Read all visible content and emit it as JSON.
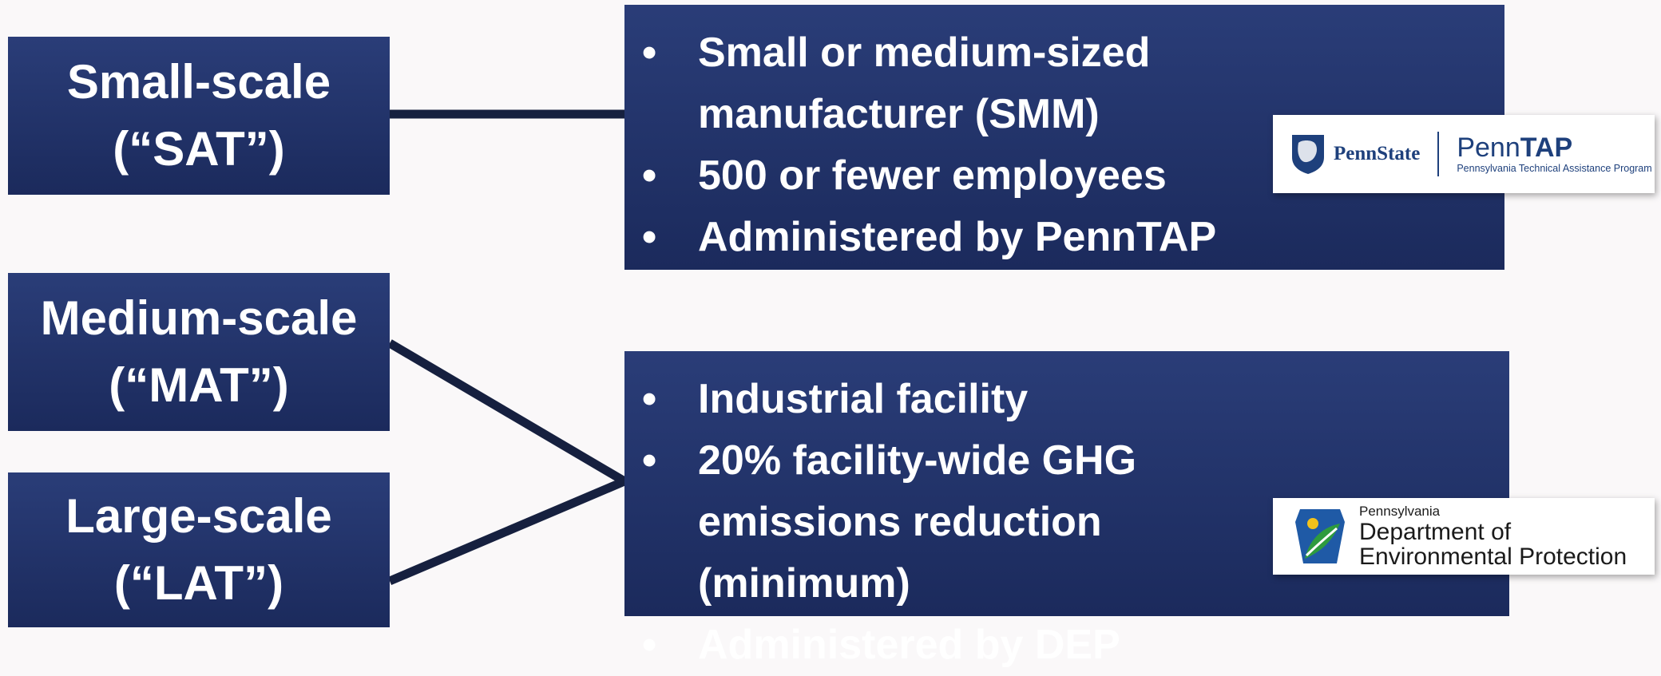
{
  "scales": [
    {
      "name": "Small-scale",
      "abbr": "(“SAT”)"
    },
    {
      "name": "Medium-scale",
      "abbr": "(“MAT”)"
    },
    {
      "name": "Large-scale",
      "abbr": "(“LAT”)"
    }
  ],
  "details": [
    {
      "bullets": [
        "Small or medium-sized manufacturer (SMM)",
        "500 or fewer employees",
        "Administered by PennTAP"
      ]
    },
    {
      "bullets": [
        "Industrial facility",
        "20% facility-wide GHG emissions reduction (minimum)",
        "Administered by DEP"
      ]
    }
  ],
  "logos": {
    "pennstate": {
      "wordmark": "PennState",
      "title_regular": "Penn",
      "title_bold": "TAP",
      "subtitle": "Pennsylvania Technical Assistance Program"
    },
    "dep": {
      "state": "Pennsylvania",
      "line1": "Department of",
      "line2": "Environmental Protection"
    }
  },
  "colors": {
    "box": "#1f2f66",
    "connector": "#16203f",
    "background": "#faf8f9"
  }
}
